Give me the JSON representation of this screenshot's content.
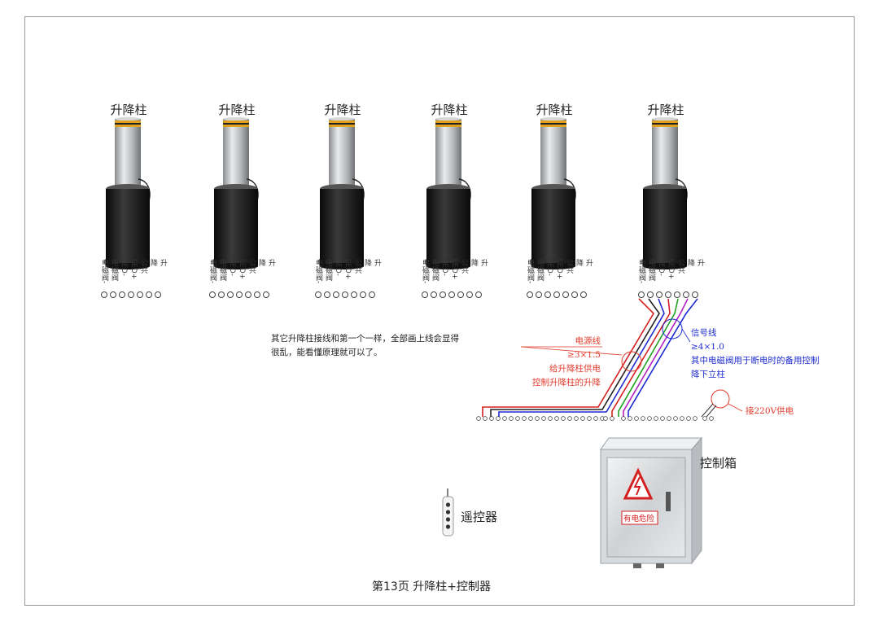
{
  "bollard_title": "升降柱",
  "terminal_labels": [
    "升",
    "降",
    "公共",
    "LED+",
    "LED-",
    "电磁阀+",
    "电磁阀-"
  ],
  "note_general": "其它升降柱接线和第一个一样，全部画上线会显得很乱，能看懂原理就可以了。",
  "note_power": {
    "line1": "电源线",
    "line2": "≥3×1.5",
    "line3": "给升降柱供电",
    "line4": "控制升降柱的升降"
  },
  "note_signal": {
    "line1": "信号线",
    "line2": "≥4×1.0",
    "line3": "其中电磁阀用于断电时的备用控制",
    "line4": "降下立柱"
  },
  "note_220v": "接220V供电",
  "control_box_label": "控制箱",
  "warning_sign_text": "有电危险",
  "remote_label": "遥控器",
  "page_caption": "第13页  升降柱+控制器",
  "colors": {
    "red_text": "#e23a2a",
    "blue_text": "#1d2bd0",
    "wire_red": "#d42020",
    "wire_blue": "#1d2bd0",
    "wire_green": "#22a022",
    "wire_purple": "#b020c0"
  }
}
